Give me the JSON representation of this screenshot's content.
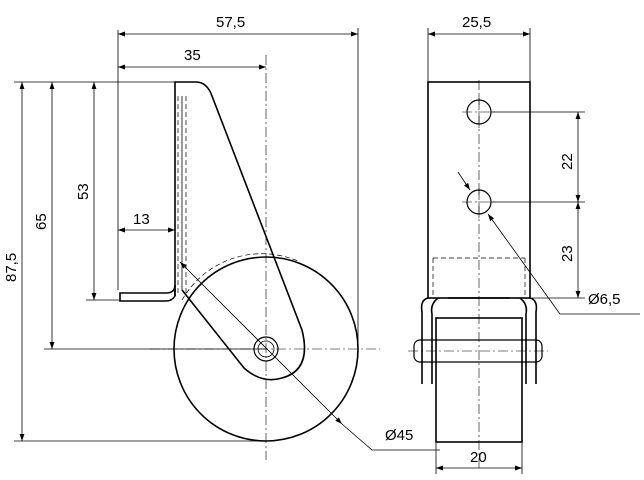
{
  "dimensions": {
    "overall_width": "57,5",
    "hole_offset": "35",
    "bracket_width": "25,5",
    "overall_height": "87,5",
    "axle_height": "65",
    "top_hole_height": "53",
    "bracket_depth": "13",
    "hole_spacing": "22",
    "hole_to_edge": "23",
    "hole_diameter": "Ø6,5",
    "wheel_diameter": "Ø45",
    "wheel_width": "20"
  }
}
